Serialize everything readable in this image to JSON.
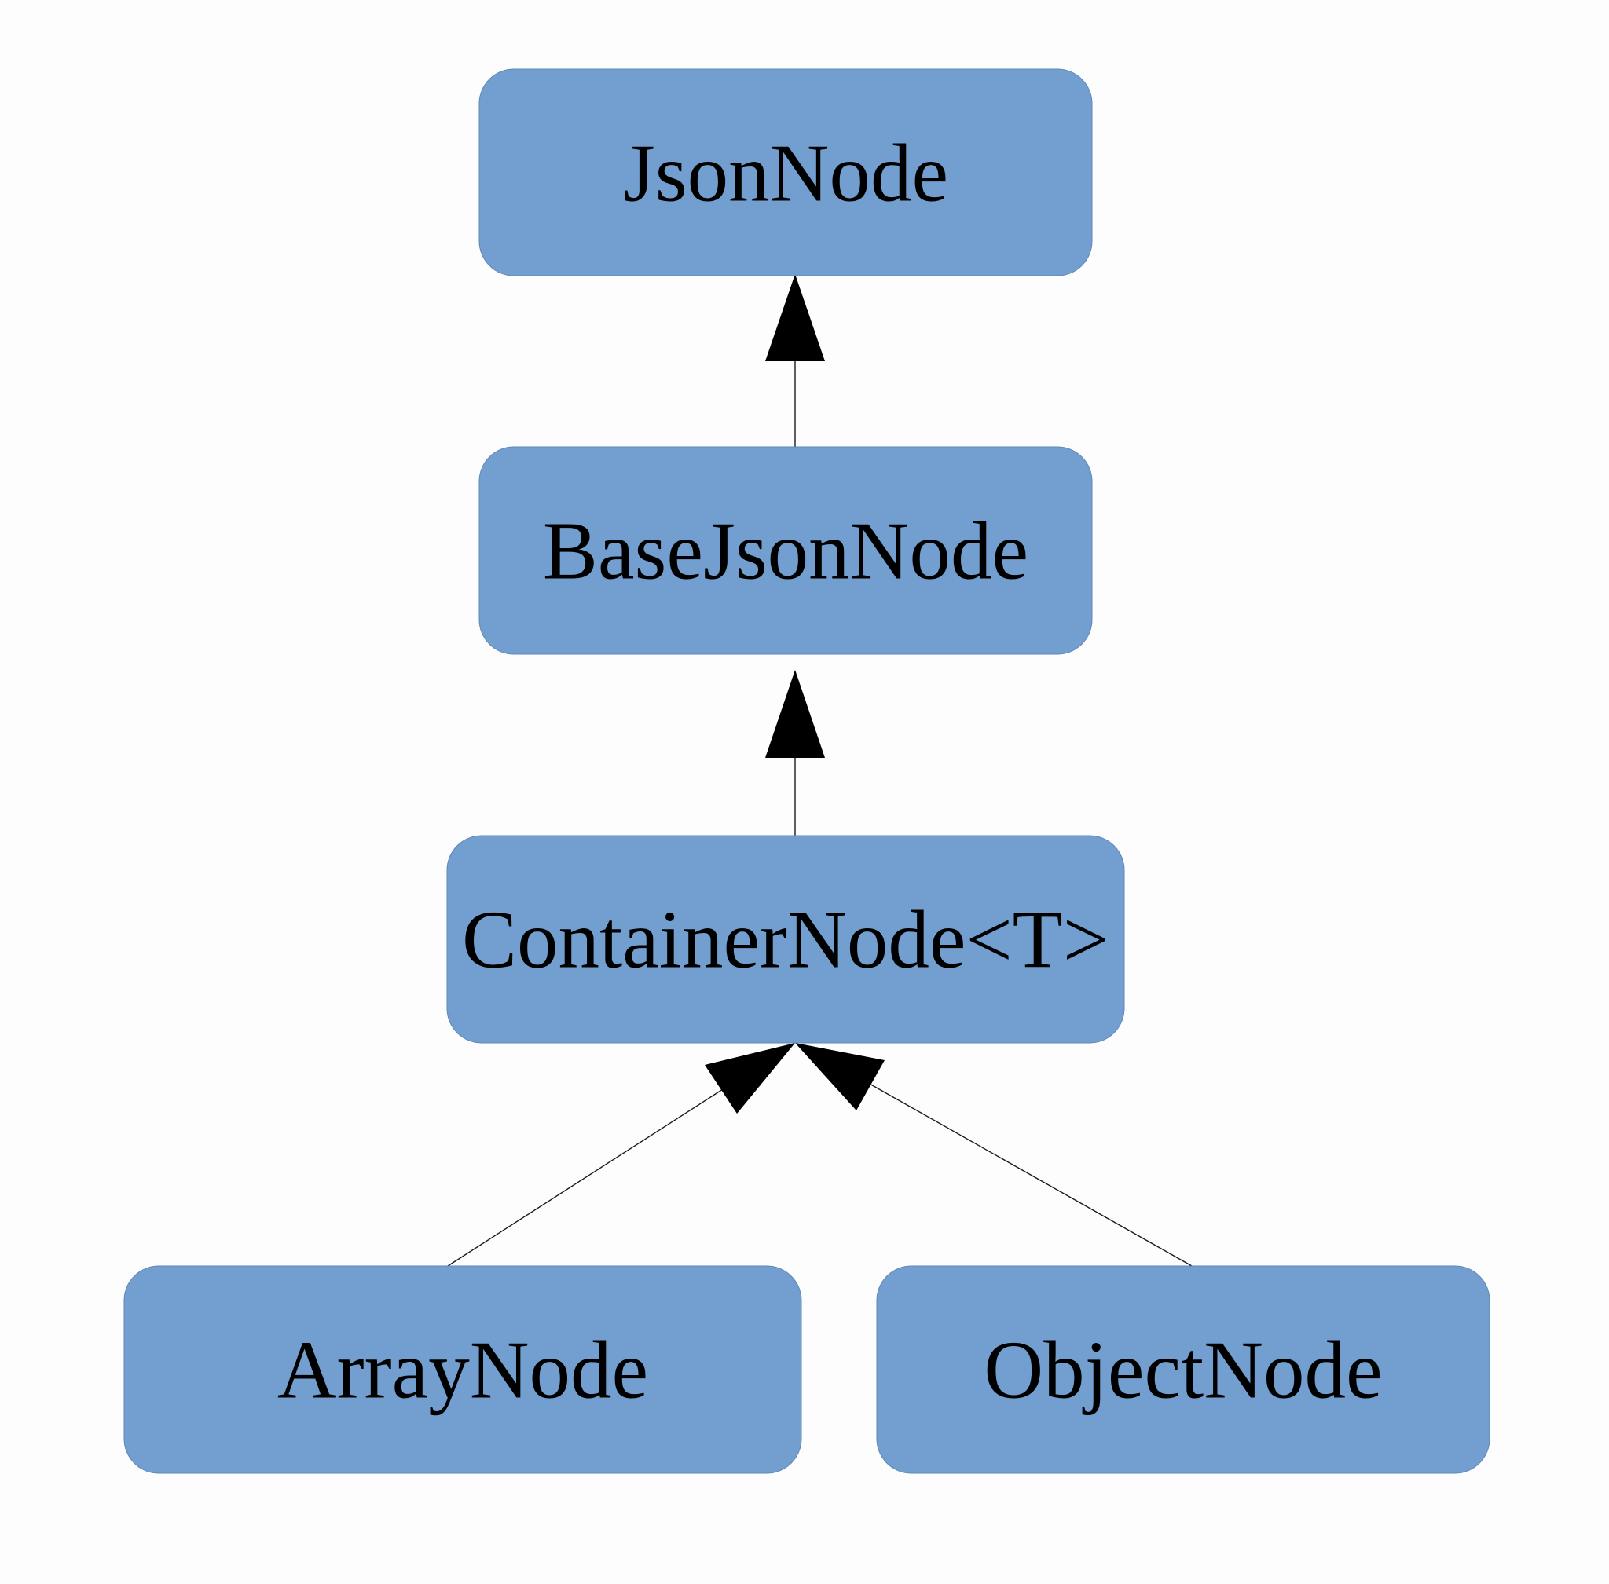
{
  "diagram": {
    "type": "class-inheritance",
    "colors": {
      "node_fill": "#729fcf",
      "node_text": "#000000",
      "edge": "#000000",
      "background": "#fdfdfd"
    },
    "nodes": {
      "json_node": "JsonNode",
      "base_json_node": "BaseJsonNode",
      "container_node": "ContainerNode<T>",
      "array_node": "ArrayNode",
      "object_node": "ObjectNode"
    },
    "edges": [
      {
        "from": "BaseJsonNode",
        "to": "JsonNode",
        "arrow": "hollow-triangle-filled"
      },
      {
        "from": "ContainerNode<T>",
        "to": "BaseJsonNode",
        "arrow": "hollow-triangle-filled"
      },
      {
        "from": "ArrayNode",
        "to": "ContainerNode<T>",
        "arrow": "hollow-triangle-filled"
      },
      {
        "from": "ObjectNode",
        "to": "ContainerNode<T>",
        "arrow": "hollow-triangle-filled"
      }
    ]
  }
}
